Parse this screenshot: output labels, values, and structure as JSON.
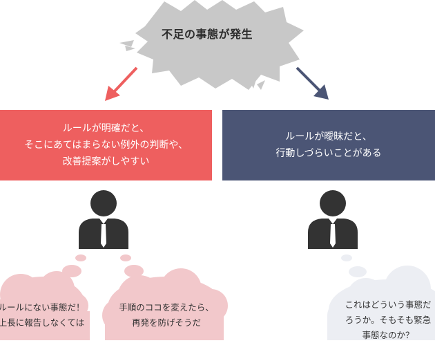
{
  "burst": {
    "text": "不足の事態が発生"
  },
  "left_box": {
    "lines": [
      "ルールが明確だと、",
      "そこにあてはまらない例外の判断や、",
      "改善提案がしやすい"
    ],
    "color": "#ee5f5f"
  },
  "right_box": {
    "lines": [
      "ルールが曖昧だと、",
      "行動しづらいことがある"
    ],
    "color": "#4b5575"
  },
  "thoughts": {
    "left_a": [
      "ルールにない事態だ！",
      "上長に報告しなくては"
    ],
    "left_b": [
      "手順のココを変えたら、",
      "再発を防げそうだ"
    ],
    "right": [
      "これはどういう事態だ",
      "ろうか。そもそも緊急",
      "事態なのか？"
    ]
  },
  "colors": {
    "burst": "#c8c8c8",
    "person": "#333333",
    "pink_cloud": "#f2c8cb",
    "gray_cloud": "#eceef3",
    "arrow_red": "#ee5f5f",
    "arrow_navy": "#4b5575"
  }
}
